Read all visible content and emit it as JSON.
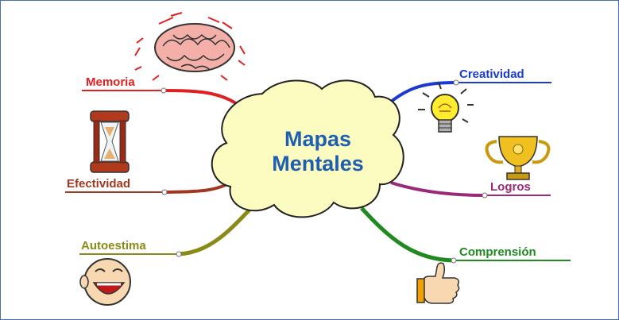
{
  "center": {
    "line1": "Mapas",
    "line2": "Mentales",
    "color": "#1f5fb0",
    "fill": "#fcfcc0"
  },
  "branches": {
    "memoria": {
      "label": "Memoria",
      "color": "#e02020",
      "icon": "brain-icon"
    },
    "efectividad": {
      "label": "Efectividad",
      "color": "#a03820",
      "icon": "hourglass-icon"
    },
    "autoestima": {
      "label": "Autoestima",
      "color": "#8a8a18",
      "icon": "laughing-face-icon"
    },
    "creatividad": {
      "label": "Creatividad",
      "color": "#1a3ad0",
      "icon": "lightbulb-icon"
    },
    "logros": {
      "label": "Logros",
      "color": "#9a2a78",
      "icon": "trophy-icon"
    },
    "comprension": {
      "label": "Comprensión",
      "color": "#208a20",
      "icon": "thumbs-up-icon"
    }
  }
}
